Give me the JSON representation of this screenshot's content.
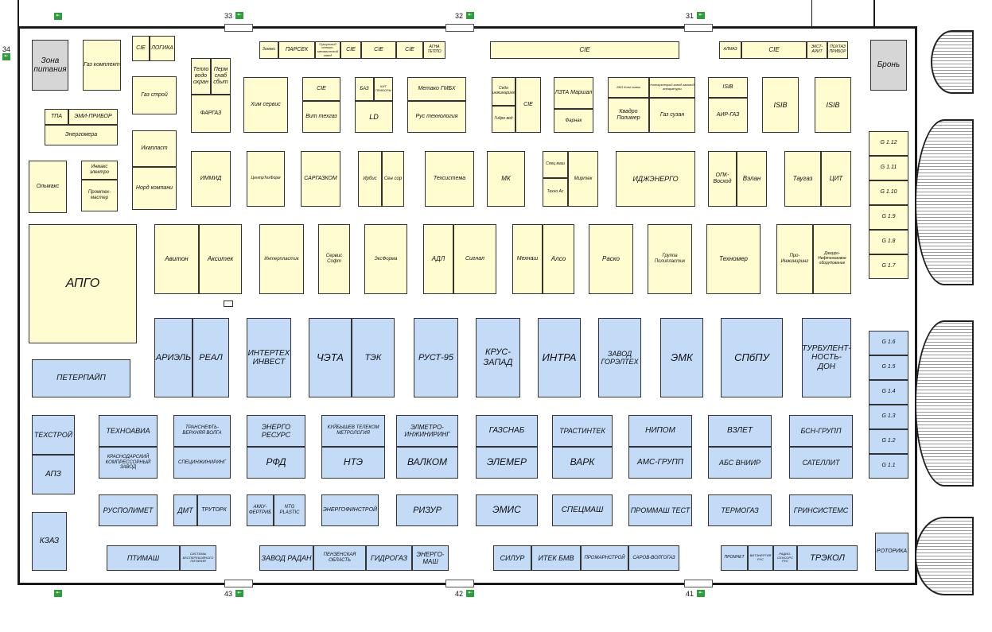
{
  "gates": {
    "g33": "33",
    "g32": "32",
    "g31": "31",
    "g34": "34",
    "g43": "43",
    "g42": "42",
    "g41": "41"
  },
  "booths": {
    "zona_pitaniya": "Зона питания",
    "gaz_komplekt": "Газ комплект",
    "cie_1": "CIE",
    "logika": "ЛОГИКА",
    "gaz_stroy": "Газ строй",
    "teplovodo": "Тепло водо охран",
    "permsnab": "Перм снаб сбыт",
    "fargaz": "ФАРГАЗ",
    "zonex": "Зонекс",
    "parsek": "ПАРСЕК",
    "kompozit": "Суксунский оптико-механический завод",
    "cie_2": "CIE",
    "cie_3": "CIE",
    "cie_4": "CIE",
    "agna": "АГНА ТЕПЛО",
    "cie_big": "CIE",
    "almaz": "АЛМАЗ",
    "cie_top_right": "CIE",
    "ekst": "ЭКСТ- АРИТ",
    "pokhaz": "ПОХТАЗ ПРИБОР",
    "bron": "Бронь",
    "tpa": "ТПА",
    "emi_pribor": "ЭМИ-ПРИБОР",
    "energomera": "Энергомера",
    "him_servis": "Хим сервис",
    "cie_5": "CIE",
    "vit_tehgaz": "Вит техгаз",
    "baz": "БАЗ",
    "ld": "LD",
    "bazplus": "КИТ ПРИБОРЫ",
    "metako": "Метако ГМБХ",
    "rus_tech": "Рус технология",
    "sedo": "Седо инжиниринг",
    "gidro": "Гидро вод",
    "cie_6": "CIE",
    "lzta": "ЛЗТА Маршал",
    "farnak": "Фарнак",
    "eko": "ЭКО Кинг химик",
    "novokuz": "Новокузнецкий завод газовой аппаратуры",
    "kvadro": "Квадро Полимер",
    "gaz_suzan": "Газ сузан",
    "isib_1": "ISIB",
    "air_gaz": "АИР-ГАЗ",
    "isib_2": "ISIB",
    "isib_3": "ISIB",
    "olmaks": "Ольмакс",
    "inmaks": "Инмакс электро",
    "promteh": "Промтех- мастер",
    "ikaplast": "Икапласт",
    "nord": "Норд компани",
    "immid": "ИММИД",
    "centrtehform": "ЦентрТехФорм",
    "sargazkom": "САРГАЗКОМ",
    "irbis": "Ирбис",
    "sensor": "Сен сор",
    "teksistema": "Техсистема",
    "mk": "МК",
    "specmash": "Спец маш",
    "tehnoas": "Техно Ас",
    "mirtek": "Миртек",
    "idzhenergo": "ИДЖЭНЕРГО",
    "opk": "ОПК- Восход",
    "vzlan": "Вэлан",
    "taugaz": "Таугаз",
    "cit": "ЦИТ",
    "apgo": "АПГО",
    "aviton": "Авитон",
    "aksitek": "Акситек",
    "interplastik": "Интерпластик",
    "servis_soft": "Сервис Софт",
    "eksforma": "ЭксФорма",
    "adl": "АДЛ",
    "signal": "Сигнал",
    "mehnash": "Мехнаш",
    "alsto": "Алсо",
    "rasko": "Раско",
    "gruppa_polyplastik": "Группа Полипластик",
    "tehnomer": "Техномер",
    "pro_inzhiniring": "Про- Инжиниринг",
    "dzheri": "Джерри- Нефтегазовое оборудование",
    "peterpayp": "ПЕТЕРПАЙП",
    "ariel": "АРИЭЛЬ",
    "real": "РЕАЛ",
    "intertech": "ИНТЕРТЕХ ИНВЕСТ",
    "zeta": "ЧЭТА",
    "tek": "ТЭК",
    "rust": "РУСТ-95",
    "krus": "КРУС- ЗАПАД",
    "intra": "ИНТРА",
    "zavod_gorelteh": "ЗАВОД ГОРЭЛТЕХ",
    "emk": "ЭМК",
    "spbpu": "СПбПУ",
    "turbulent": "ТУРБУЛЕНТ- НОСТЬ- ДОН",
    "tekstroy": "ТЕХСТРОЙ",
    "apz": "АПЗ",
    "tehnoavia": "ТЕХНОАВИА",
    "krasnodar": "КРАСНОДАРСКИЙ КОМПРЕССОРНЫЙ ЗАВОД",
    "transneft": "ТРАНСНЕФТЬ- ВЕРХНЯЯ ВОЛГА",
    "specinzh": "СПЕЦИНЖИНИРИНГ",
    "energoresurs": "ЭНЕРГО РЕСУРС",
    "rfd": "РФД",
    "kuybyshev": "КУЙБЫШЕВ ТЕЛЕКОМ МЕТРОЛОГИЯ",
    "nte": "НТЭ",
    "elmetro": "ЭЛМЕТРО- ИНЖИНИРИНГ",
    "valkom": "ВАЛКОМ",
    "gazsnab": "ГАЗСНАБ",
    "elemer": "ЭЛЕМЕР",
    "trastintek": "ТРАСТИНТЕК",
    "vark": "ВАРК",
    "nipom": "НИПОМ",
    "ams": "АМС-ГРУПП",
    "vzlet": "ВЗЛЕТ",
    "abs": "АБС ВНИИР",
    "bsn": "БСН-ГРУПП",
    "satellit": "САТЕЛЛИТ",
    "kzaz": "КЗАЗ",
    "ruspolimet": "РУСПОЛИМЕТ",
    "dmt": "ДМТ",
    "trutork": "ТРУТОРК",
    "akku": "АККУ- ФЕРТРИБ",
    "ntg": "NTG PLASTIC",
    "energofinstroy": "ЭНЕРГОФИНСТРОЙ",
    "rizur": "РИЗУР",
    "emis": "ЭМИС",
    "specmash_b": "СПЕЦМАШ",
    "prommash": "ПРОММАШ ТЕСТ",
    "termogaz": "ТЕРМОГАЗ",
    "grinsistems": "ГРИНСИСТЕМС",
    "ptimash": "ПТИМАШ",
    "sistemy": "СИСТЕМЫ БЕСПЕРЕБОЙНОГО ПИТАНИЯ",
    "zavod_radan": "ЗАВОД РАДАН",
    "penza": "ПЕНЗЕНСКАЯ ОБЛАСТЬ",
    "gidrogaz": "ГИДРОГАЗ",
    "energomash": "ЭНЕРГО- МАШ",
    "silur": "СИЛУР",
    "itek": "ИТЕК БМВ",
    "promarnstroy": "ПРОМАРНСТРОЙ",
    "sarov": "САРОВ-ВОЛГОГАЗ",
    "promnet": "ПРОМНЕТ",
    "vitsaz": "ВИТЭНЕРГИЯ РУС",
    "radioimpulse": "РАДИО- СЕНСОРС РУС",
    "trekol": "ТРЭКОЛ",
    "rotorika": "РОТОРИКА"
  },
  "g_booths": [
    "G 1.12",
    "G 1.11",
    "G 1.10",
    "G 1.9",
    "G 1.8",
    "G 1.7",
    "G 1.6",
    "G 1.5",
    "G 1.4",
    "G 1.3",
    "G 1.2",
    "G 1.1"
  ],
  "colors": {
    "yellow": "#fffcd0",
    "blue": "#c3dbf7",
    "gray": "#d6d6d6"
  }
}
